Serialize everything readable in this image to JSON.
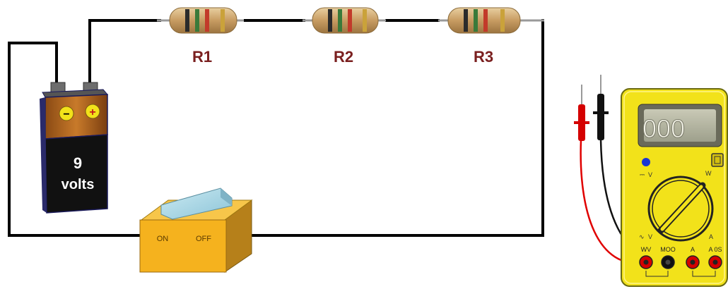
{
  "resistors": [
    {
      "label": "R1"
    },
    {
      "label": "R2"
    },
    {
      "label": "R3"
    }
  ],
  "battery": {
    "negative_symbol": "−",
    "positive_symbol": "+",
    "value": "9",
    "unit": "volts"
  },
  "switch": {
    "on_label": "ON",
    "off_label": "OFF"
  },
  "multimeter": {
    "display": "000",
    "dial_labels": {
      "dcv": "V",
      "w_right": "W",
      "acv": "V",
      "a_right": "A"
    },
    "jacks": [
      "WV",
      "MOO",
      "A",
      "A 0S"
    ]
  },
  "colors": {
    "wire": "#000000",
    "resistor_label": "#7a1f1f",
    "battery_top": "#b5651d",
    "battery_bottom": "#111111",
    "meter_body": "#f2e21a",
    "switch_body": "#f5b21e",
    "switch_rocker": "#a9d8e8",
    "probe_red": "#d40000"
  }
}
